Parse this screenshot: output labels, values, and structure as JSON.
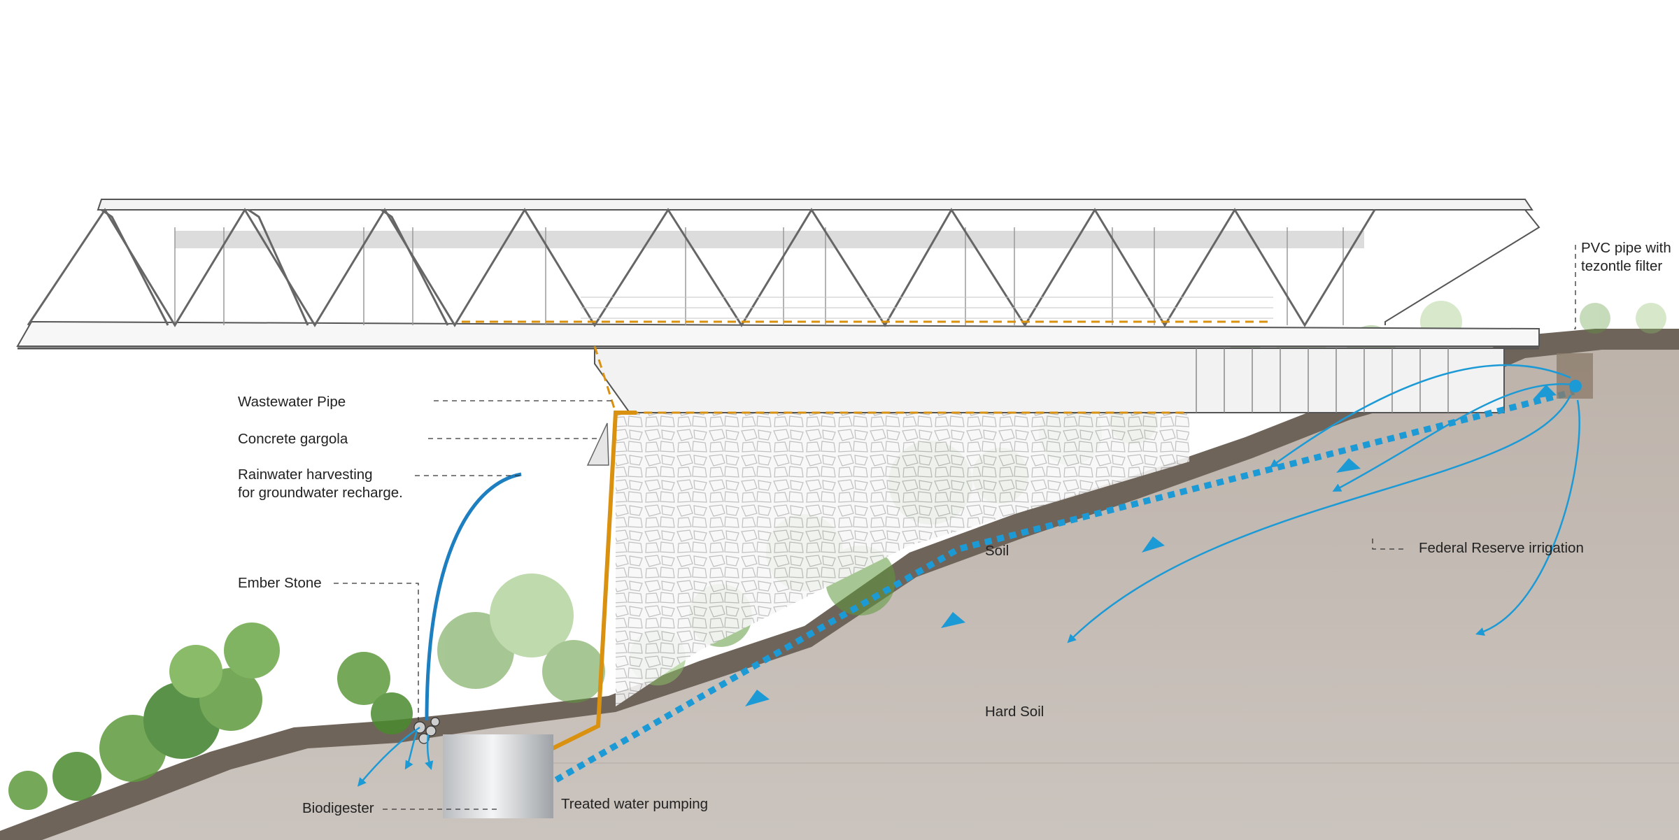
{
  "labels": {
    "wastewater_pipe": "Wastewater Pipe",
    "concrete_gargola": "Concrete gargola",
    "rainwater": "Rainwater harvesting\nfor groundwater recharge.",
    "ember_stone": "Ember Stone",
    "biodigester": "Biodigester",
    "treated_water": "Treated water pumping",
    "soil": "Soil",
    "hard_soil": "Hard Soil",
    "federal_reserve": "Federal Reserve irrigation",
    "pvc_pipe": "PVC pipe with\ntezontle filter"
  },
  "colors": {
    "soil": "#6f645a",
    "hard_soil": "#c3bab3",
    "water_flow": "#1c9ad6",
    "rain_pipe": "#1d7fc0",
    "wastewater_pipe": "#d9910f",
    "structure_line": "#555555",
    "glass": "#d6d6d6",
    "vegetation": "#5e9a3c"
  }
}
